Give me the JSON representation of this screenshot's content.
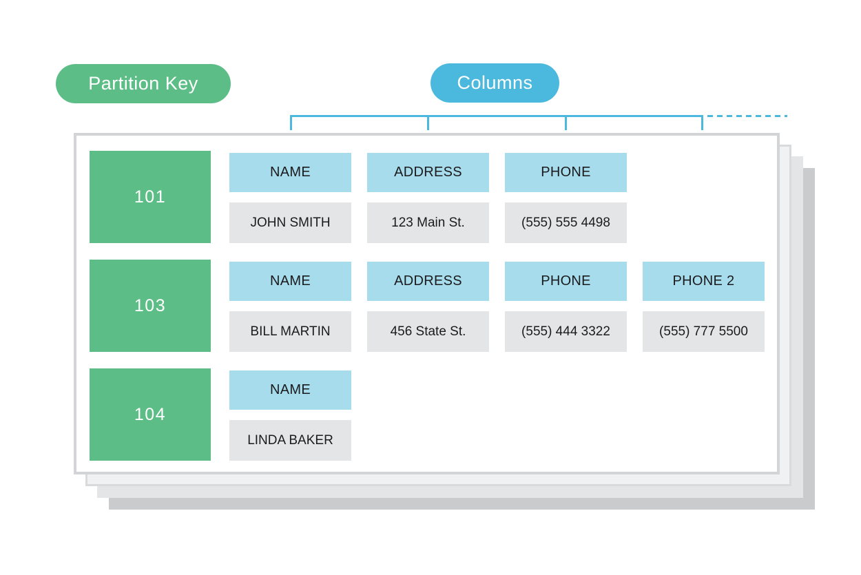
{
  "legend": {
    "partition_key": "Partition Key",
    "columns": "Columns"
  },
  "table": {
    "rows": [
      {
        "key": "101",
        "cells": [
          {
            "header": "NAME",
            "value": "JOHN SMITH"
          },
          {
            "header": "ADDRESS",
            "value": "123 Main St."
          },
          {
            "header": "PHONE",
            "value": "(555) 555 4498"
          }
        ]
      },
      {
        "key": "103",
        "cells": [
          {
            "header": "NAME",
            "value": "BILL MARTIN"
          },
          {
            "header": "ADDRESS",
            "value": "456 State St."
          },
          {
            "header": "PHONE",
            "value": "(555) 444 3322"
          },
          {
            "header": "PHONE 2",
            "value": "(555) 777 5500"
          }
        ]
      },
      {
        "key": "104",
        "cells": [
          {
            "header": "NAME",
            "value": "LINDA BAKER"
          }
        ]
      }
    ]
  },
  "colors": {
    "green": "#5cbd86",
    "blue": "#4bb8de",
    "header_blue": "#a7dcec",
    "cell_gray": "#e4e5e6",
    "card_border": "#d3d4d5",
    "layer1": "#f0f1f2",
    "layer2": "#e3e5e7",
    "layer3": "#c9cbcd",
    "text_dark": "#1b1b1d"
  }
}
